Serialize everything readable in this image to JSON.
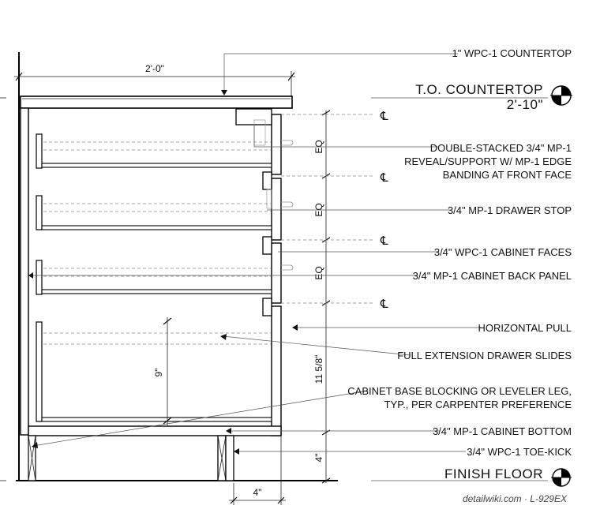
{
  "labels": {
    "countertop": "1\" WPC-1 COUNTERTOP",
    "to_countertop": "T.O. COUNTERTOP",
    "to_countertop_elev": "2'-10\"",
    "double_stacked_1": "DOUBLE-STACKED 3/4\" MP-1",
    "double_stacked_2": "REVEAL/SUPPORT W/ MP-1 EDGE",
    "double_stacked_3": "BANDING AT FRONT FACE",
    "drawer_stop": "3/4\" MP-1 DRAWER STOP",
    "cabinet_faces": "3/4\" WPC-1 CABINET FACES",
    "back_panel": "3/4\" MP-1 CABINET BACK PANEL",
    "horizontal_pull": "HORIZONTAL PULL",
    "drawer_slides": "FULL EXTENSION DRAWER SLIDES",
    "base_blocking_1": "CABINET BASE BLOCKING OR LEVELER LEG,",
    "base_blocking_2": "TYP., PER CARPENTER PREFERENCE",
    "cabinet_bottom": "3/4\" MP-1 CABINET BOTTOM",
    "toe_kick": "3/4\" WPC-1 TOE-KICK",
    "finish_floor": "FINISH FLOOR"
  },
  "dimensions": {
    "depth": "2'-0\"",
    "eq_1": "EQ",
    "eq_2": "EQ",
    "eq_3": "EQ",
    "drawer_height": "9\"",
    "bottom_drawer": "11 5/8\"",
    "toe_kick_height": "4\"",
    "toe_kick_depth": "4\""
  },
  "centerline_symbol": "℄",
  "credit": "detailwiki.com · L-929EX"
}
